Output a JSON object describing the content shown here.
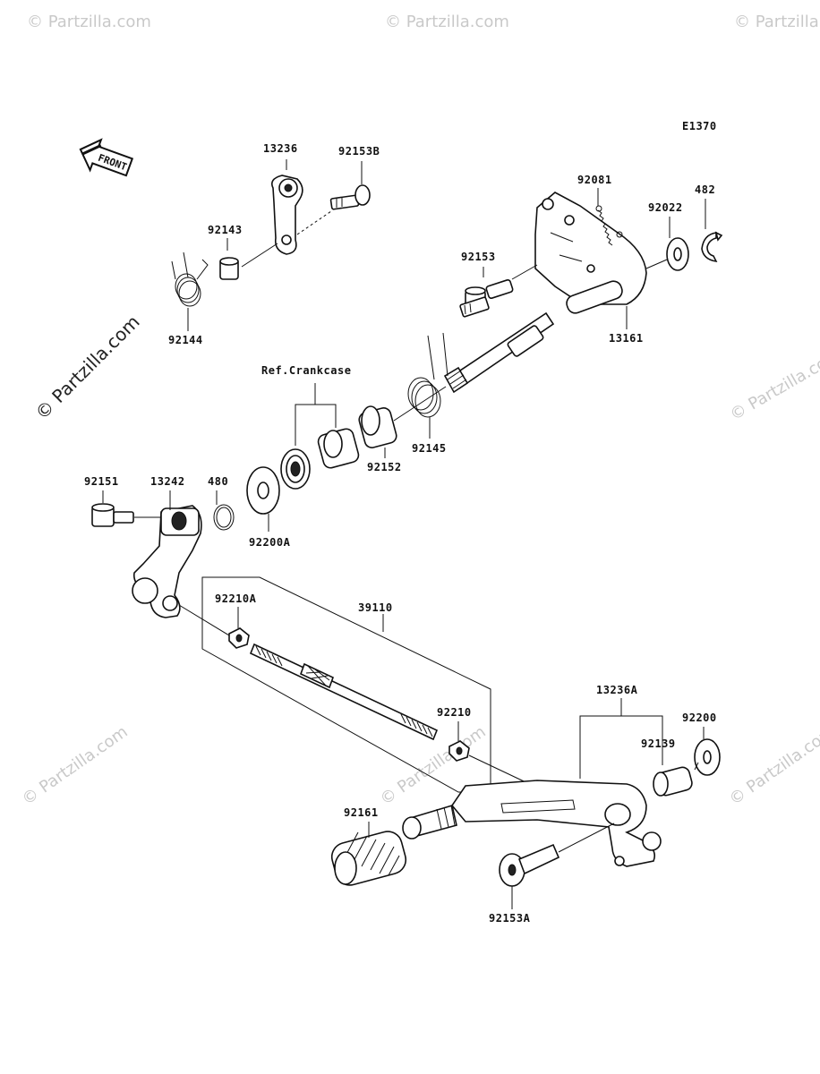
{
  "diagram_code": "E1370",
  "front_label": "FRONT",
  "ref_label": "Ref.Crankcase",
  "watermark": "© Partzilla.com",
  "parts": {
    "p13236": "13236",
    "p92153B": "92153B",
    "p92143": "92143",
    "p92144": "92144",
    "p92081": "92081",
    "p92022": "92022",
    "p482": "482",
    "p92153": "92153",
    "p13161": "13161",
    "p92145": "92145",
    "p92152": "92152",
    "p92151": "92151",
    "p13242": "13242",
    "p480": "480",
    "p92200A": "92200A",
    "p92210A": "92210A",
    "p39110": "39110",
    "p92210": "92210",
    "p13236A": "13236A",
    "p92200": "92200",
    "p92139": "92139",
    "p92161": "92161",
    "p92153A": "92153A"
  }
}
